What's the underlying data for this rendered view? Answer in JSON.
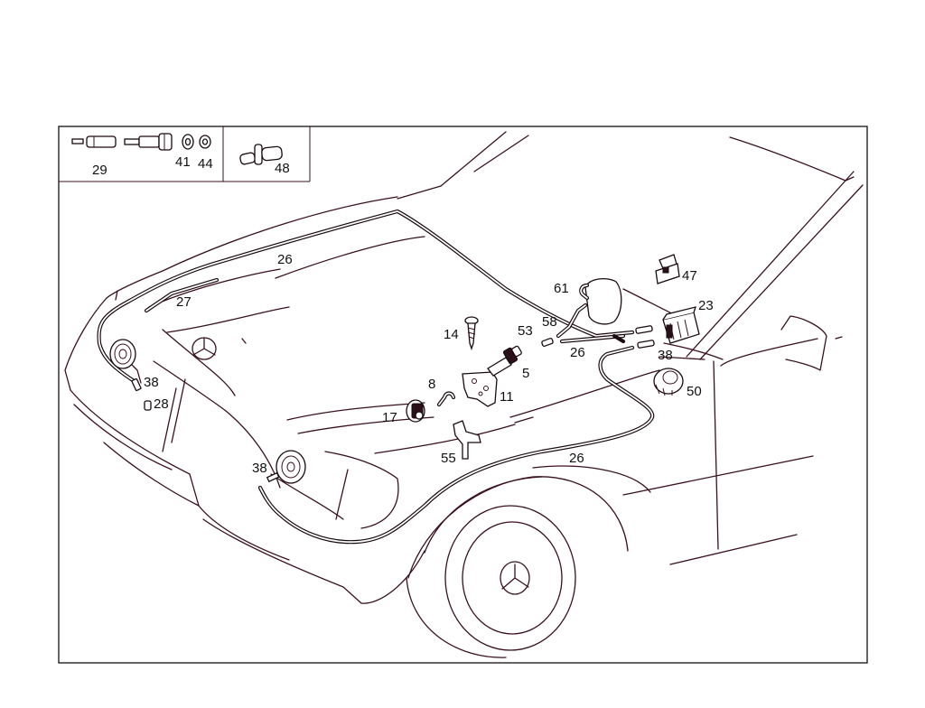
{
  "inset_labels": {
    "p29": "29",
    "p41": "41",
    "p44": "44",
    "p48": "48"
  },
  "part_labels": {
    "p26_top": "26",
    "p27": "27",
    "p38_left": "38",
    "p28": "28",
    "p38_bottom": "38",
    "p14": "14",
    "p8": "8",
    "p17": "17",
    "p11": "11",
    "p5": "5",
    "p53": "53",
    "p58": "58",
    "p61": "61",
    "p26_mid": "26",
    "p47": "47",
    "p23": "23",
    "p38_right": "38",
    "p50": "50",
    "p55": "55",
    "p26_low": "26"
  }
}
